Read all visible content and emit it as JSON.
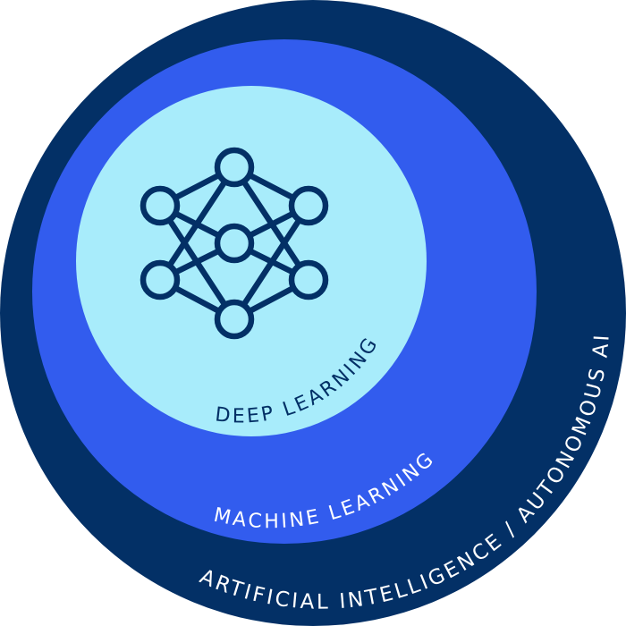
{
  "diagram": {
    "type": "nested-circles",
    "colors": {
      "background": "#ffffff",
      "outer_ring": "#033066",
      "middle_ring": "#325cee",
      "inner_circle": "#a8ecfb",
      "icon_stroke": "#033066",
      "inner_text": "#033066",
      "ring_text": "#ffffff"
    },
    "layers": [
      {
        "id": "ai",
        "label": "ARTIFICIAL INTELLIGENCE / AUTONOMOUS AI"
      },
      {
        "id": "ml",
        "label": "MACHINE LEARNING"
      },
      {
        "id": "dl",
        "label": "DEEP LEARNING"
      }
    ],
    "icon": "neural-network-icon"
  }
}
